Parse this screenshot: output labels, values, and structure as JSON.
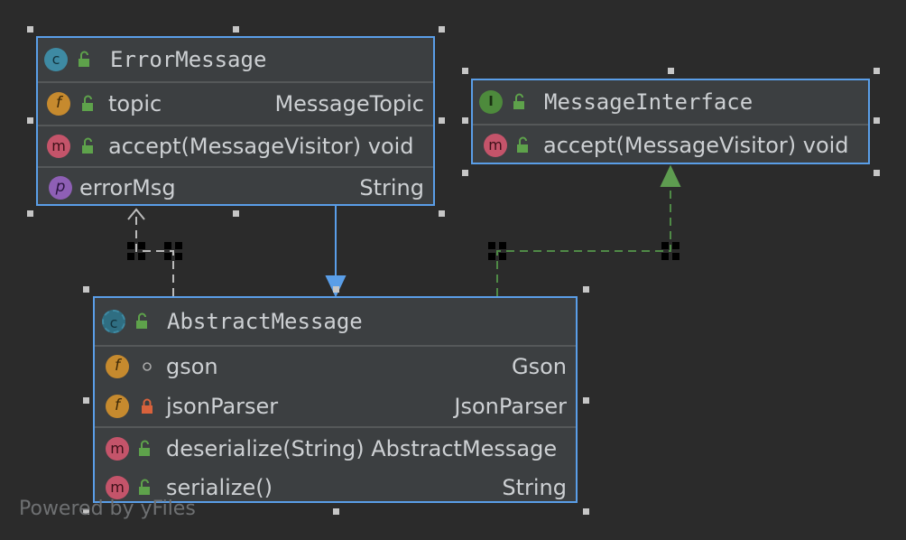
{
  "watermark": "Powered by yFiles",
  "colors": {
    "background": "#2b2b2b",
    "node_fill": "#3c3f41",
    "node_border": "#5a9ee8",
    "implements_edge": "#4f8a46",
    "extends_edge": "#5a9ee8",
    "dependency_edge": "#bbbbbb"
  },
  "nodes": {
    "error_message": {
      "kind_icon": "class-icon",
      "kind_letter": "c",
      "name": "ErrorMessage",
      "fields": [
        {
          "icon": "field-icon",
          "letter": "f",
          "visibility": "public",
          "name": "topic",
          "type": "MessageTopic"
        }
      ],
      "methods": [
        {
          "icon": "method-icon",
          "letter": "m",
          "visibility": "public",
          "name": "accept(MessageVisitor) void",
          "type": ""
        }
      ],
      "properties": [
        {
          "icon": "property-icon",
          "letter": "p",
          "visibility": "",
          "name": "errorMsg",
          "type": "String"
        }
      ]
    },
    "message_interface": {
      "kind_icon": "interface-icon",
      "kind_letter": "I",
      "name": "MessageInterface",
      "methods": [
        {
          "icon": "method-icon",
          "letter": "m",
          "visibility": "public",
          "name": "accept(MessageVisitor) void",
          "type": ""
        }
      ]
    },
    "abstract_message": {
      "kind_icon": "abstract-class-icon",
      "kind_letter": "c",
      "name": "AbstractMessage",
      "fields": [
        {
          "icon": "field-icon",
          "letter": "f",
          "visibility": "package",
          "name": "gson",
          "type": "Gson"
        },
        {
          "icon": "field-icon",
          "letter": "f",
          "visibility": "private",
          "name": "jsonParser",
          "type": "JsonParser"
        }
      ],
      "methods": [
        {
          "icon": "method-icon",
          "letter": "m",
          "visibility": "public",
          "name": "deserialize(String) AbstractMessage",
          "type": ""
        },
        {
          "icon": "method-icon",
          "letter": "m",
          "visibility": "public",
          "name": "serialize()",
          "type": "String"
        }
      ]
    }
  },
  "edges": [
    {
      "from": "error_message",
      "to": "abstract_message",
      "relation": "extends",
      "style": "solid",
      "arrow": "hollow-triangle"
    },
    {
      "from": "abstract_message",
      "to": "message_interface",
      "relation": "implements",
      "style": "dashed",
      "arrow": "hollow-triangle"
    },
    {
      "from": "abstract_message",
      "to": "error_message",
      "relation": "dependency",
      "style": "dashed",
      "arrow": "open"
    }
  ]
}
